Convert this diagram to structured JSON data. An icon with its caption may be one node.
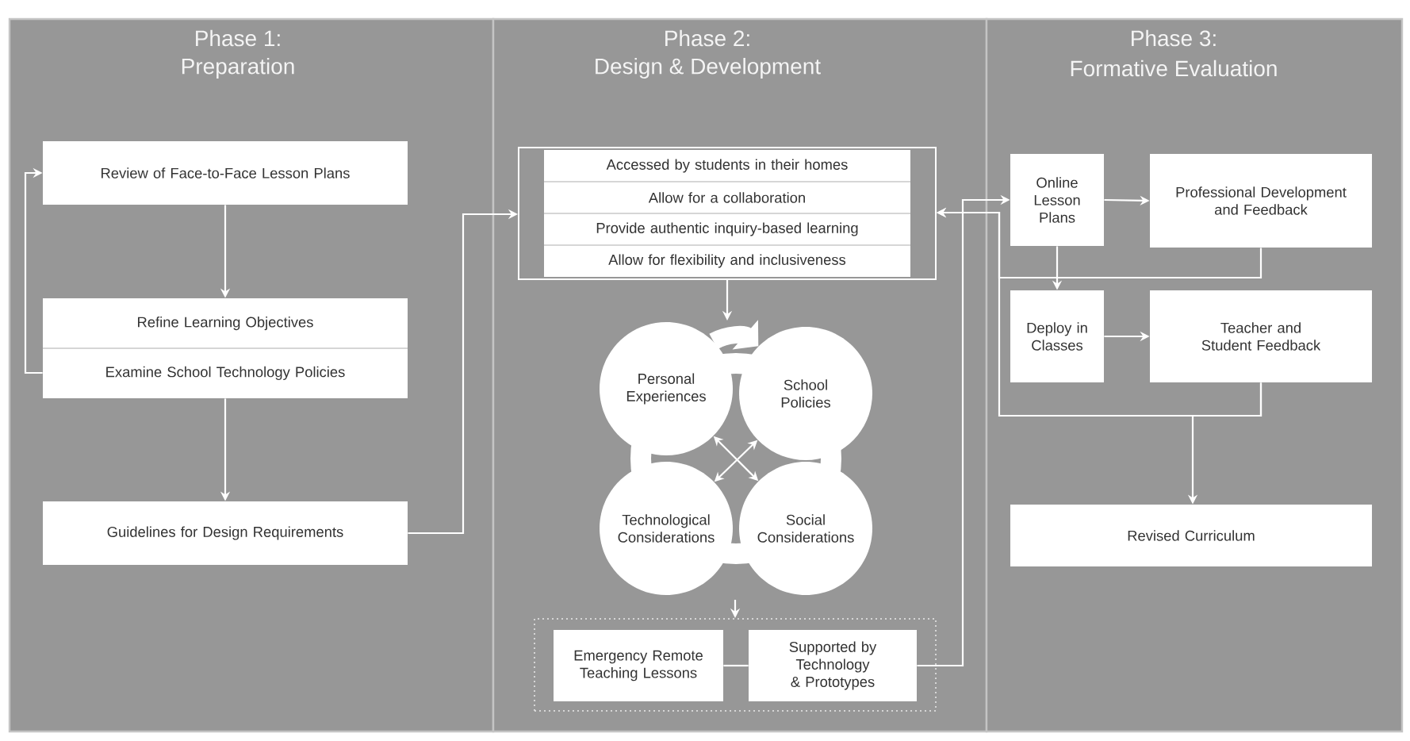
{
  "diagram": {
    "nodes": [
      {
        "text": [
          "Phase 1:",
          "Preparation"
        ]
      },
      {
        "text": [
          "Phase 2:",
          "Design & Development"
        ]
      },
      {
        "text": [
          "Phase 3:",
          "Formative Evaluation"
        ]
      },
      {
        "text": [
          "Review of Face-to-Face Lesson Plans"
        ],
        "in": 0
      },
      {
        "text": [
          "Refine Learning Objectives",
          "Examine School Technology Policies"
        ],
        "in": 0
      },
      {
        "text": [
          "Guidelines for Design Requirements"
        ],
        "in": 0
      },
      {
        "text": [
          "Accessed by students in their homes",
          "Allow for a collaboration",
          "Provide authentic inquiry-based learning",
          "Allow for flexibility and inclusiveness"
        ],
        "in": 1
      },
      {
        "text": [
          "Personal Experiences"
        ],
        "in": 1
      },
      {
        "text": [
          "School Policies"
        ],
        "in": 1
      },
      {
        "text": [
          "Technological Considerations"
        ],
        "in": 1
      },
      {
        "text": [
          "Social Considerations"
        ],
        "in": 1
      },
      {
        "text": [],
        "shape": "box",
        "in": 1
      },
      {
        "text": [
          "Emergency Remote Teaching Lessons"
        ],
        "in": 11
      },
      {
        "text": [
          "Supported by Technology & Prototypes"
        ],
        "in": 11
      },
      {
        "text": [
          "Online Lesson Plans"
        ],
        "in": 2
      },
      {
        "text": [
          "Professional Development and Feedback"
        ],
        "in": 2
      },
      {
        "text": [
          "Deploy in Classes"
        ],
        "in": 2
      },
      {
        "text": [
          "Teacher and Student Feedback"
        ],
        "in": 2
      },
      {
        "text": [
          "Revised Curriculum"
        ],
        "in": 2
      }
    ],
    "edges": [
      {
        "from": 3,
        "to": 4,
        "arrow": "to"
      },
      {
        "from": 4,
        "to": 3,
        "arrow": "to"
      },
      {
        "from": 4,
        "to": 5,
        "arrow": "to"
      },
      {
        "from": 5,
        "to": 6,
        "arrow": "to"
      },
      {
        "from": 6,
        "to": null,
        "arrow": "to"
      },
      {
        "from": null,
        "to": 11,
        "arrow": "to"
      },
      {
        "from": 7,
        "to": 10,
        "arrow": "both"
      },
      {
        "from": 8,
        "to": 9,
        "arrow": "both"
      },
      {
        "from": 12,
        "to": 13,
        "arrow": "none"
      },
      {
        "from": 13,
        "to": 14,
        "arrow": "to"
      },
      {
        "from": 15,
        "to": 6,
        "arrow": "to"
      },
      {
        "from": 17,
        "to": 6,
        "arrow": "to"
      },
      {
        "from": 17,
        "to": 18,
        "arrow": "to"
      },
      {
        "from": 14,
        "to": 15,
        "arrow": "to"
      },
      {
        "from": 14,
        "to": 16,
        "arrow": "to"
      },
      {
        "from": 16,
        "to": 17,
        "arrow": "to"
      },
      {
        "from": 7,
        "to": 8,
        "arrow": "to",
        "style": "thick"
      }
    ]
  }
}
